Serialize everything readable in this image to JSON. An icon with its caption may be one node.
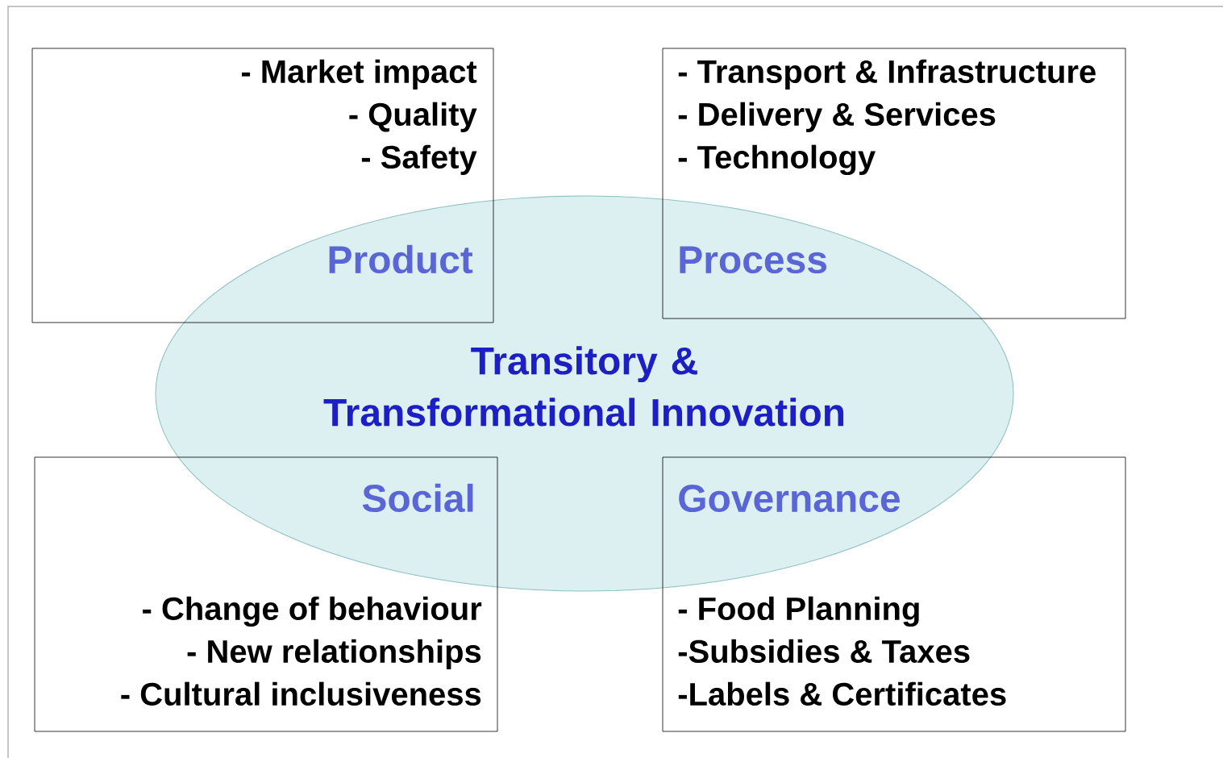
{
  "diagram": {
    "nodes": [
      {
        "text": [
          "- Market impact",
          "- Quality",
          "- Safety",
          "Product"
        ]
      },
      {
        "text": [
          "- Transport & Infrastructure",
          "- Delivery & Services",
          "- Technology",
          "Process"
        ]
      },
      {
        "text": [
          "Transitory & Transformational Innovation"
        ]
      },
      {
        "text": [
          "Social",
          "- Change of behaviour",
          "- New relationships",
          "- Cultural inclusiveness"
        ]
      },
      {
        "text": [
          "Governance",
          "- Food Planning",
          "-Subsidies & Taxes",
          "-Labels & Certificates"
        ]
      }
    ]
  }
}
